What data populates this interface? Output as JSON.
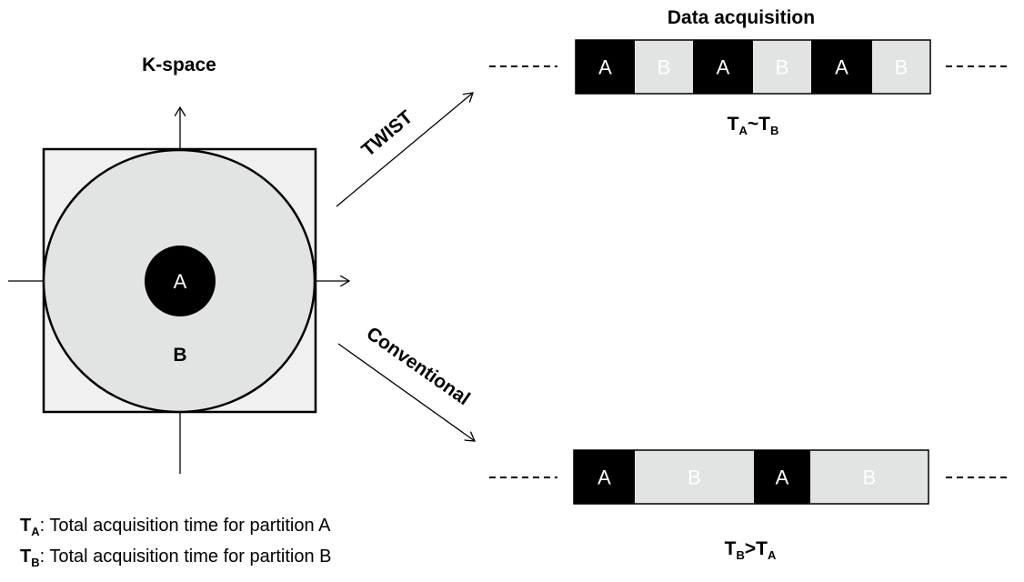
{
  "kspace": {
    "title": "K-space",
    "inner_label": "A",
    "outer_label": "B"
  },
  "data_acquisition": {
    "title": "Data acquisition"
  },
  "twist": {
    "label": "TWIST",
    "segments": [
      "A",
      "B",
      "A",
      "B",
      "A",
      "B"
    ],
    "relation": {
      "left": "T",
      "left_sub": "A",
      "op": "~",
      "right": "T",
      "right_sub": "B"
    }
  },
  "conventional": {
    "label": "Conventional",
    "segments": [
      "A",
      "B",
      "A",
      "B"
    ],
    "relation": {
      "left": "T",
      "left_sub": "B",
      "op": ">",
      "right": "T",
      "right_sub": "A"
    }
  },
  "legend": [
    {
      "symbol": "T",
      "sub": "A",
      "text": ": Total acquisition time for partition A"
    },
    {
      "symbol": "T",
      "sub": "B",
      "text": ": Total acquisition time for partition B"
    }
  ],
  "colors": {
    "partition_a": "#000000",
    "partition_b": "#e2e3e3",
    "square_fill": "#f0f0f0",
    "circle_fill": "#e2e3e3",
    "stroke": "#000000"
  }
}
